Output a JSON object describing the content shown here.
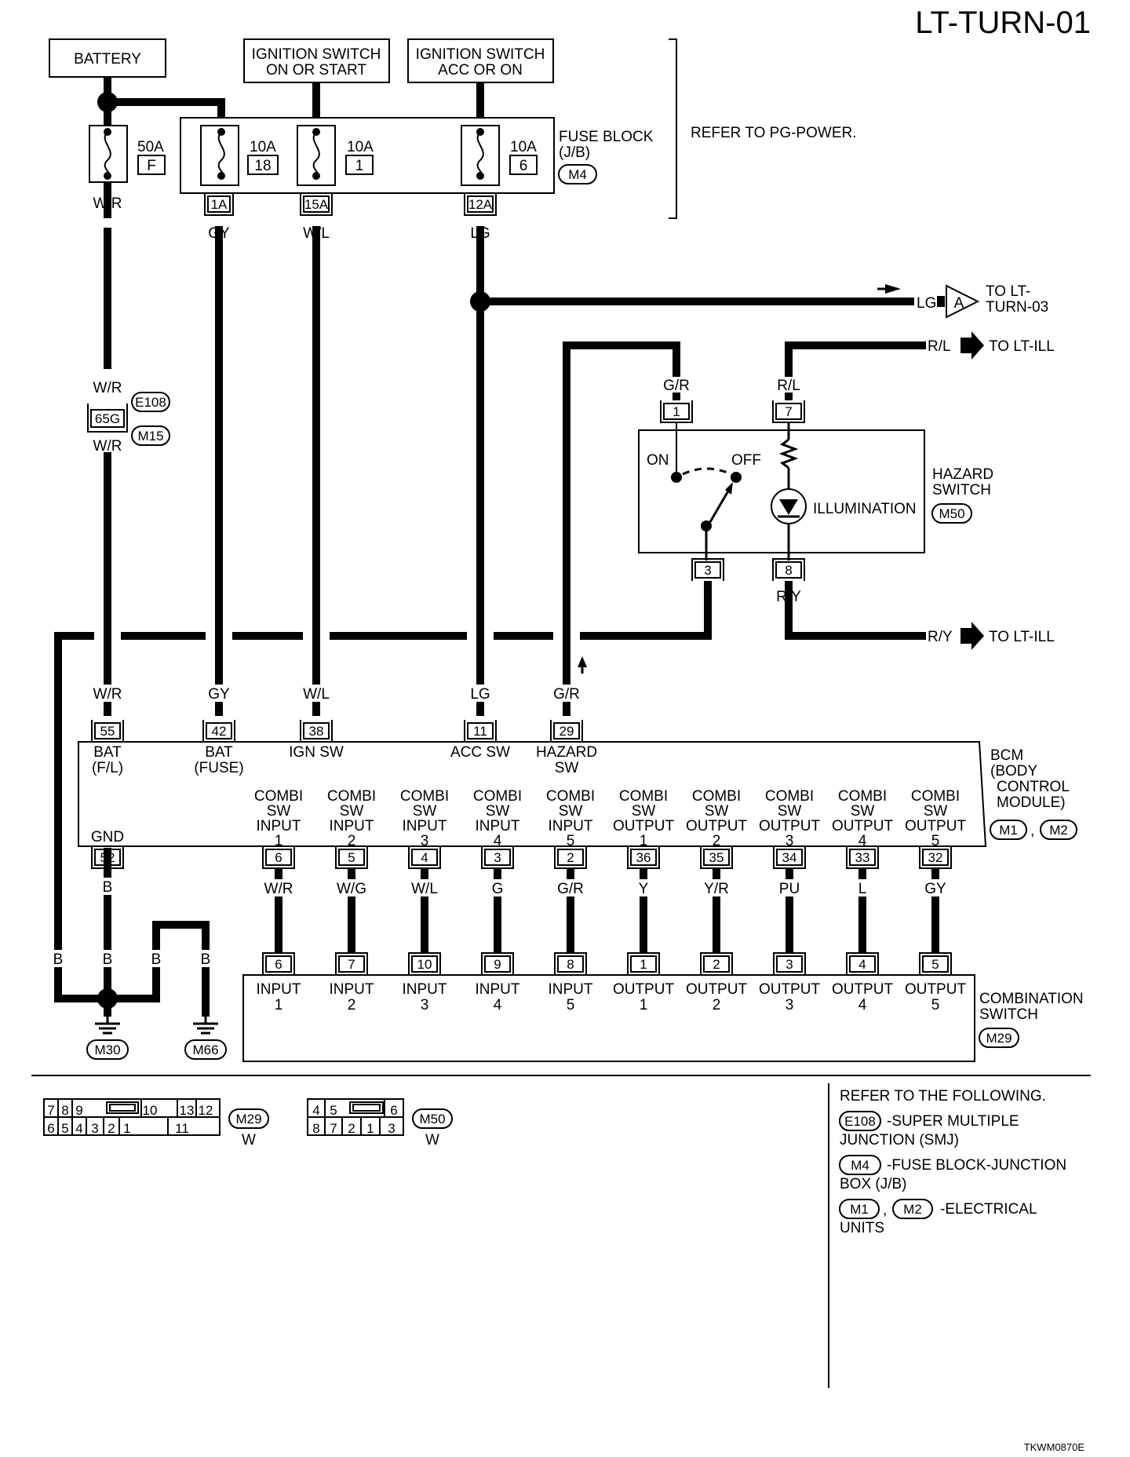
{
  "title": "LT-TURN-01",
  "image_code": "TKWM0870E",
  "sources": {
    "battery": "BATTERY",
    "ign_on_start": [
      "IGNITION SWITCH",
      "ON OR START"
    ],
    "ign_acc_on": [
      "IGNITION SWITCH",
      "ACC OR ON"
    ],
    "refer_pg": "REFER TO PG-POWER."
  },
  "fuse_block": {
    "label": [
      "FUSE BLOCK",
      "(J/B)"
    ],
    "connector": "M4",
    "battery_fuse": {
      "amps": "50A",
      "id": "F"
    },
    "fuses": [
      {
        "amps": "10A",
        "id": "18",
        "term": "1A",
        "wire": "GY"
      },
      {
        "amps": "10A",
        "id": "1",
        "term": "15A",
        "wire": "W/L"
      },
      {
        "amps": "10A",
        "id": "6",
        "term": "12A",
        "wire": "LG"
      }
    ]
  },
  "wires": {
    "wr": "W/R",
    "lg": "LG",
    "gr": "G/R",
    "rl": "R/L",
    "ry": "R/Y",
    "b": "B"
  },
  "junction": {
    "pin": "65G",
    "conn_upper": "E108",
    "conn_lower": "M15"
  },
  "refs": {
    "lt_turn03": [
      "TO LT-",
      "TURN-03"
    ],
    "lt_ill": "TO LT-ILL",
    "connector_a": "A"
  },
  "hazard": {
    "name": [
      "HAZARD",
      "SWITCH"
    ],
    "conn": "M50",
    "on": "ON",
    "off": "OFF",
    "illum": "ILLUMINATION",
    "pins": [
      "1",
      "7",
      "3",
      "8"
    ]
  },
  "bcm": {
    "name": [
      "BCM",
      "(BODY",
      "CONTROL",
      "MODULE)"
    ],
    "conn1": "M1",
    "conn2": "M2",
    "sep": ",",
    "top": [
      {
        "pin": "55",
        "wire": "W/R",
        "label": [
          "BAT",
          "(F/L)"
        ]
      },
      {
        "pin": "42",
        "wire": "GY",
        "label": [
          "BAT",
          "(FUSE)"
        ]
      },
      {
        "pin": "38",
        "wire": "W/L",
        "label": [
          "IGN SW"
        ]
      },
      {
        "pin": "11",
        "wire": "LG",
        "label": [
          "ACC SW"
        ]
      },
      {
        "pin": "29",
        "wire": "G/R",
        "label": [
          "HAZARD",
          "SW"
        ]
      }
    ],
    "gnd": {
      "label": "GND",
      "pin": "52",
      "wire": "B"
    },
    "bottom": [
      {
        "l": [
          "COMBI",
          "SW",
          "INPUT",
          "1"
        ],
        "pin": "6",
        "wire": "W/R",
        "cpin": "6",
        "cl": [
          "INPUT",
          "1"
        ]
      },
      {
        "l": [
          "COMBI",
          "SW",
          "INPUT",
          "2"
        ],
        "pin": "5",
        "wire": "W/G",
        "cpin": "7",
        "cl": [
          "INPUT",
          "2"
        ]
      },
      {
        "l": [
          "COMBI",
          "SW",
          "INPUT",
          "3"
        ],
        "pin": "4",
        "wire": "W/L",
        "cpin": "10",
        "cl": [
          "INPUT",
          "3"
        ]
      },
      {
        "l": [
          "COMBI",
          "SW",
          "INPUT",
          "4"
        ],
        "pin": "3",
        "wire": "G",
        "cpin": "9",
        "cl": [
          "INPUT",
          "4"
        ]
      },
      {
        "l": [
          "COMBI",
          "SW",
          "INPUT",
          "5"
        ],
        "pin": "2",
        "wire": "G/R",
        "cpin": "8",
        "cl": [
          "INPUT",
          "5"
        ]
      },
      {
        "l": [
          "COMBI",
          "SW",
          "OUTPUT",
          "1"
        ],
        "pin": "36",
        "wire": "Y",
        "cpin": "1",
        "cl": [
          "OUTPUT",
          "1"
        ]
      },
      {
        "l": [
          "COMBI",
          "SW",
          "OUTPUT",
          "2"
        ],
        "pin": "35",
        "wire": "Y/R",
        "cpin": "2",
        "cl": [
          "OUTPUT",
          "2"
        ]
      },
      {
        "l": [
          "COMBI",
          "SW",
          "OUTPUT",
          "3"
        ],
        "pin": "34",
        "wire": "PU",
        "cpin": "3",
        "cl": [
          "OUTPUT",
          "3"
        ]
      },
      {
        "l": [
          "COMBI",
          "SW",
          "OUTPUT",
          "4"
        ],
        "pin": "33",
        "wire": "L",
        "cpin": "4",
        "cl": [
          "OUTPUT",
          "4"
        ]
      },
      {
        "l": [
          "COMBI",
          "SW",
          "OUTPUT",
          "5"
        ],
        "pin": "32",
        "wire": "GY",
        "cpin": "5",
        "cl": [
          "OUTPUT",
          "5"
        ]
      }
    ]
  },
  "combination_switch": {
    "name": [
      "COMBINATION",
      "SWITCH"
    ],
    "conn": "M29"
  },
  "grounds": [
    "M30",
    "M66"
  ],
  "connector_views": {
    "m29": {
      "row1": [
        "7",
        "8",
        "9",
        "10",
        "13",
        "12"
      ],
      "row2": [
        "6",
        "5",
        "4",
        "3",
        "2",
        "1",
        "11"
      ],
      "conn": "M29",
      "color": "W"
    },
    "m50": {
      "row1": [
        "4",
        "5",
        "6"
      ],
      "row2": [
        "8",
        "7",
        "2",
        "1",
        "3"
      ],
      "conn": "M50",
      "color": "W"
    }
  },
  "legend": {
    "header": "REFER TO THE FOLLOWING.",
    "e108": {
      "conn": "E108",
      "text": [
        "-SUPER MULTIPLE",
        "JUNCTION (SMJ)"
      ]
    },
    "m4": {
      "conn": "M4",
      "text": [
        "-FUSE BLOCK-JUNCTION",
        "BOX (J/B)"
      ]
    },
    "m1m2": {
      "conn1": "M1",
      "conn2": "M2",
      "sep": ",",
      "text": [
        "-ELECTRICAL",
        "UNITS"
      ]
    }
  }
}
